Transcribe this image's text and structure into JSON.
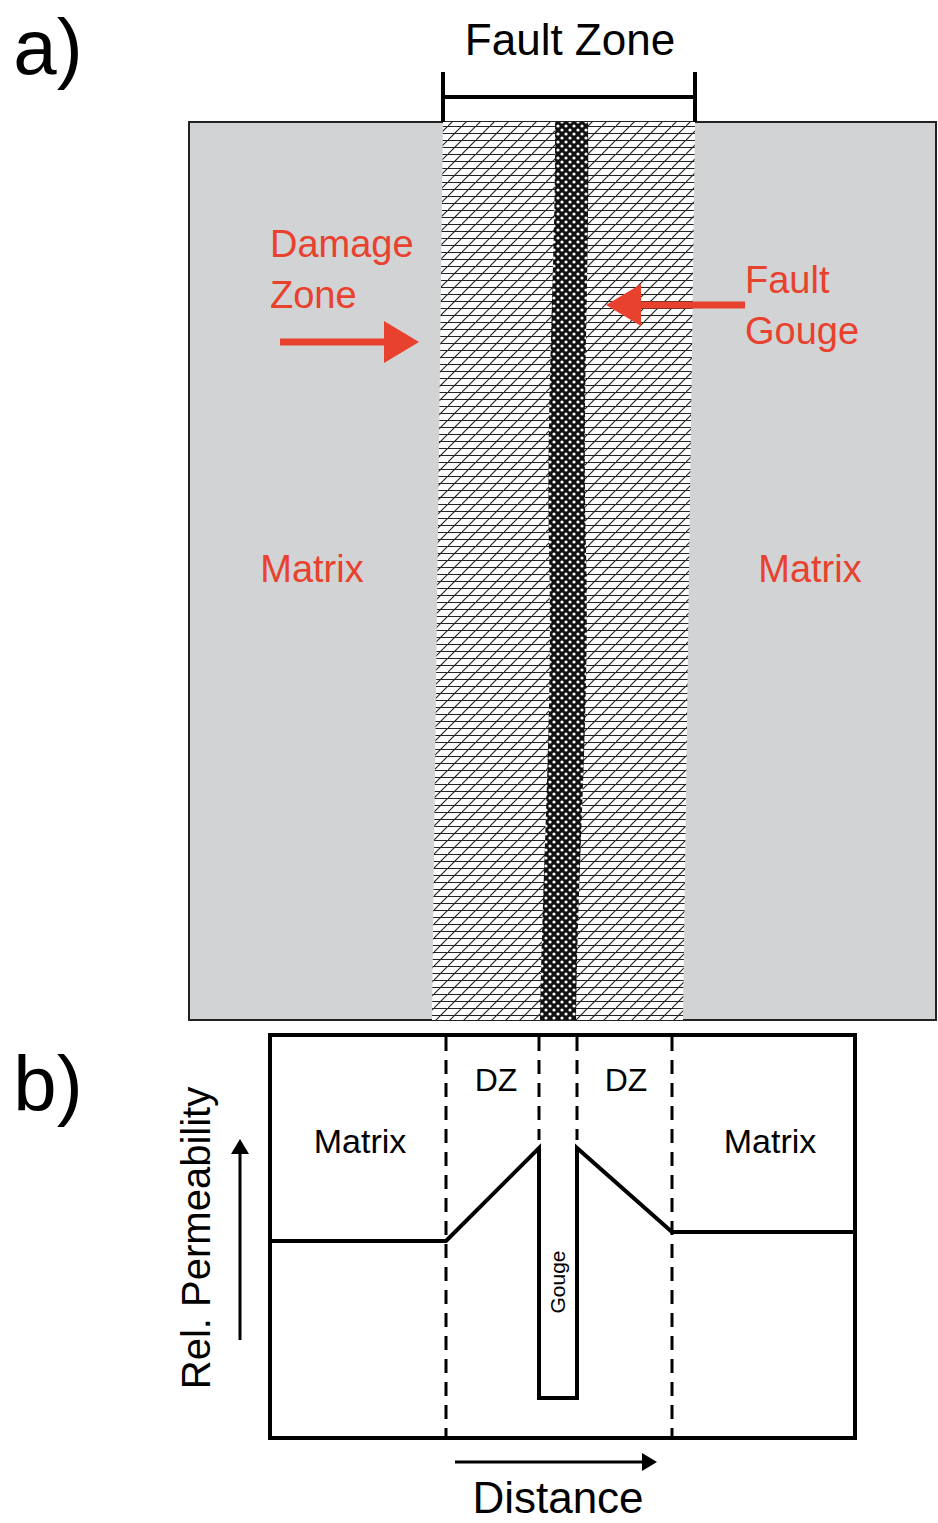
{
  "diagram": {
    "labels": [
      "a)",
      "Fault Zone",
      "Damage Zone",
      "Fault Gouge",
      "Matrix",
      "Matrix",
      "b)",
      "Rel. Permeability",
      "DZ",
      "DZ",
      "Matrix",
      "Matrix",
      "Gouge",
      "Distance"
    ]
  }
}
